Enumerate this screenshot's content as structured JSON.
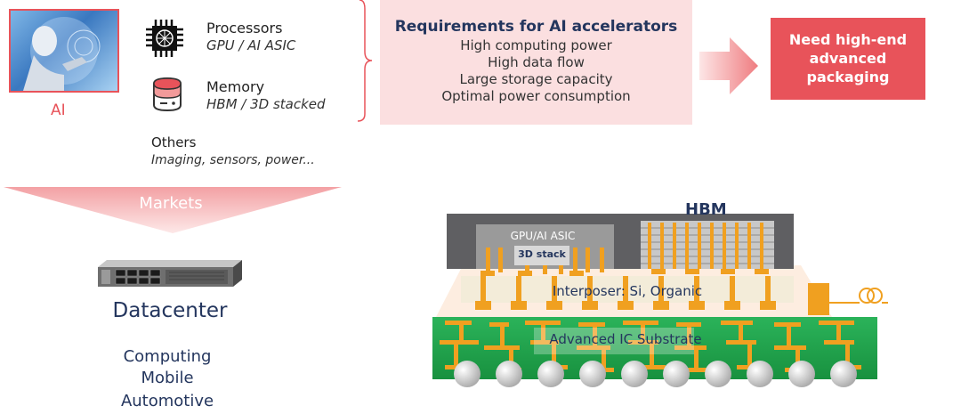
{
  "left": {
    "ai_label": "AI",
    "processors": {
      "title": "Processors",
      "subtitle": "GPU / AI ASIC"
    },
    "memory": {
      "title": "Memory",
      "subtitle": "HBM / 3D stacked"
    },
    "others": {
      "title": "Others",
      "subtitle": "Imaging, sensors, power..."
    },
    "markets_label": "Markets",
    "datacenter_label": "Datacenter",
    "markets_list": [
      "Computing",
      "Mobile",
      "Automotive"
    ]
  },
  "requirements": {
    "title": "Requirements for AI accelerators",
    "items": [
      "High computing power",
      "High data flow",
      "Large storage capacity",
      "Optimal power consumption"
    ]
  },
  "need_box": {
    "lines": [
      "Need high-end",
      "advanced",
      "packaging"
    ]
  },
  "package": {
    "hbm_label": "HBM",
    "gpu_label": "GPU/AI ASIC",
    "stack_label": "3D stack",
    "interposer_label": "Interposer: Si, Organic",
    "substrate_label": "Advanced IC Substrate"
  },
  "colors": {
    "accent_red": "#e8535a",
    "pink_bg": "#fbdfe0",
    "navy": "#24365e",
    "substrate_green": "#1fa84f",
    "bump_orange": "#f0a020"
  }
}
